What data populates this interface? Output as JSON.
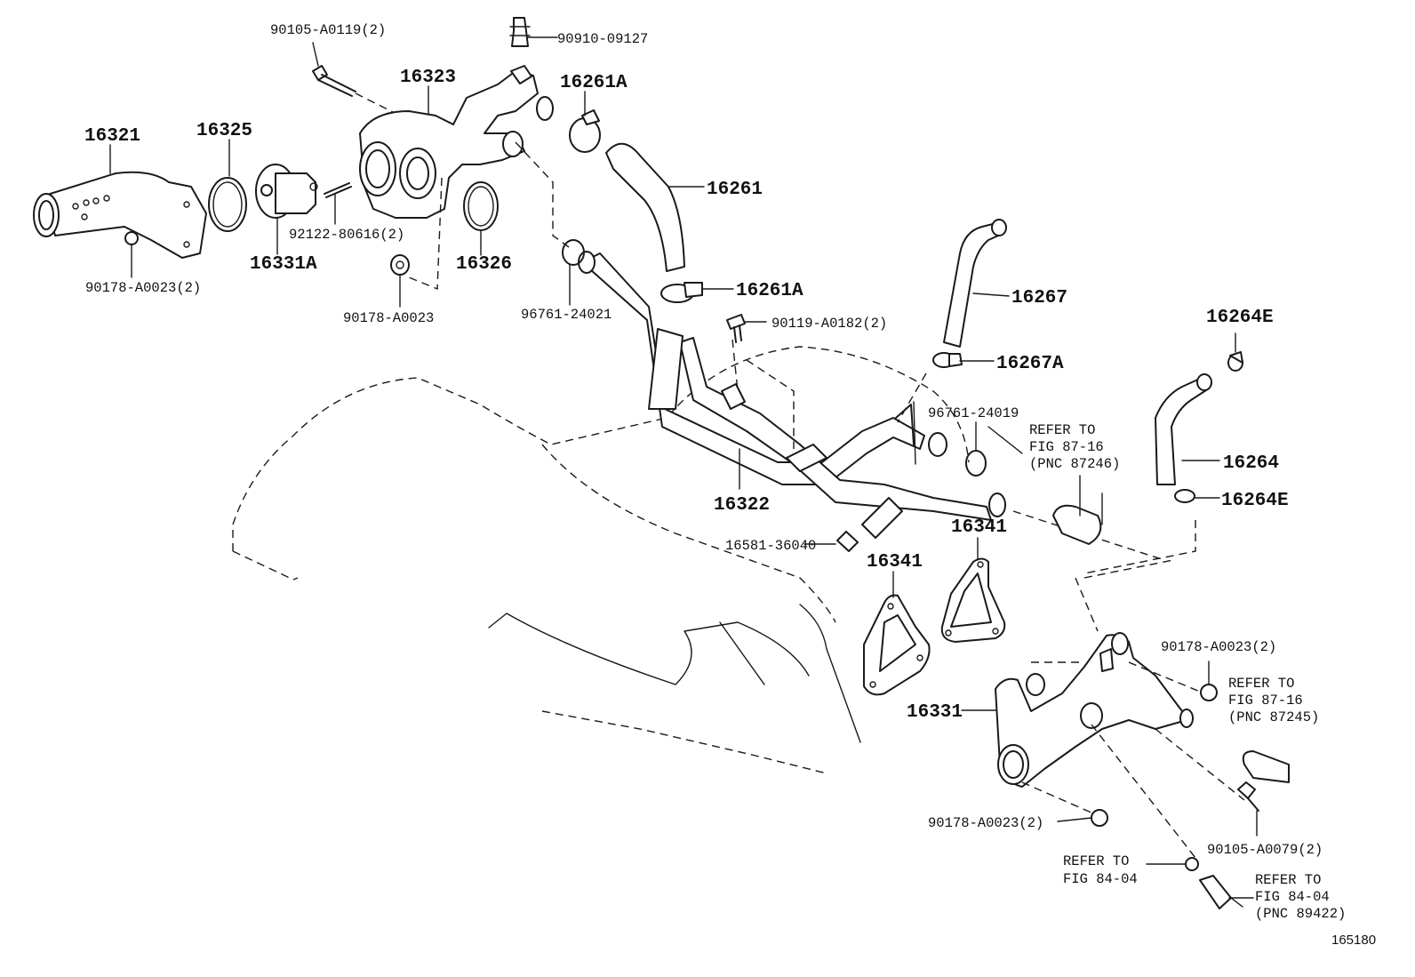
{
  "diagram": {
    "callouts": [
      {
        "id": "p16321",
        "text": "16321"
      },
      {
        "id": "p16325",
        "text": "16325"
      },
      {
        "id": "p90105a0119",
        "text": "90105-A0119(2)"
      },
      {
        "id": "p16323",
        "text": "16323"
      },
      {
        "id": "p9091009127",
        "text": "90910-09127"
      },
      {
        "id": "p16261a_top",
        "text": "16261A"
      },
      {
        "id": "p16261",
        "text": "16261"
      },
      {
        "id": "p9212280616",
        "text": "92122-80616(2)"
      },
      {
        "id": "p16331a",
        "text": "16331A"
      },
      {
        "id": "p16326",
        "text": "16326"
      },
      {
        "id": "p90178a0023_l",
        "text": "90178-A0023(2)"
      },
      {
        "id": "p90178a0023_m",
        "text": "90178-A0023"
      },
      {
        "id": "p9676124021",
        "text": "96761-24021"
      },
      {
        "id": "p16261a_mid",
        "text": "16261A"
      },
      {
        "id": "p90119a0182",
        "text": "90119-A0182(2)"
      },
      {
        "id": "p16267",
        "text": "16267"
      },
      {
        "id": "p16267a",
        "text": "16267A"
      },
      {
        "id": "p16264e_top",
        "text": "16264E"
      },
      {
        "id": "p9676124019",
        "text": "96761-24019"
      },
      {
        "id": "p16264",
        "text": "16264"
      },
      {
        "id": "p16264e_bot",
        "text": "16264E"
      },
      {
        "id": "p16322",
        "text": "16322"
      },
      {
        "id": "p1658136040",
        "text": "16581-36040"
      },
      {
        "id": "p16341_a",
        "text": "16341"
      },
      {
        "id": "p16341_b",
        "text": "16341"
      },
      {
        "id": "p90178a0023_r",
        "text": "90178-A0023(2)"
      },
      {
        "id": "p16331",
        "text": "16331"
      },
      {
        "id": "p90178a0023_b",
        "text": "90178-A0023(2)"
      },
      {
        "id": "p90105a0079",
        "text": "90105-A0079(2)"
      }
    ],
    "references": {
      "ref_87246": [
        "REFER TO",
        "FIG 87-16",
        "(PNC 87246)"
      ],
      "ref_87245": [
        "REFER TO",
        "FIG 87-16",
        "(PNC 87245)"
      ],
      "ref_8404": [
        "REFER TO",
        "FIG 84-04"
      ],
      "ref_89422": [
        "REFER TO",
        "FIG 84-04",
        "(PNC 89422)"
      ]
    },
    "doc_number": "165180"
  }
}
